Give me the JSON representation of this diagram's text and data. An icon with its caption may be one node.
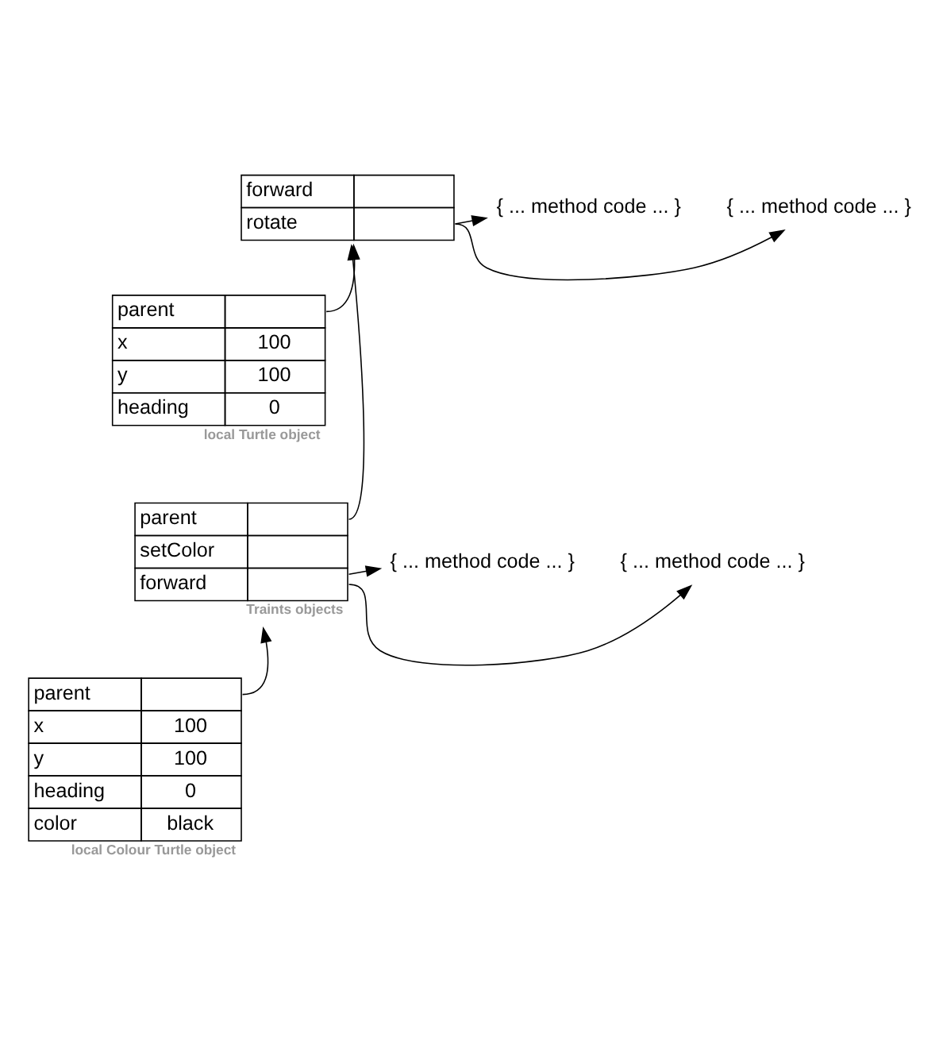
{
  "diagram": {
    "nodes": [
      {
        "text": [
          "forward",
          "rotate"
        ]
      },
      {
        "text": [
          "{ ... method code ... }"
        ]
      },
      {
        "text": [
          "{ ... method code ... }"
        ]
      },
      {
        "text": [
          "parent",
          "x",
          "100",
          "y",
          "100",
          "heading",
          "0"
        ],
        "beside": [
          "local Turtle object"
        ]
      },
      {
        "text": [
          "parent",
          "setColor",
          "forward"
        ],
        "beside": [
          "Traints objects"
        ]
      },
      {
        "text": [
          "{ ... method code ... }"
        ]
      },
      {
        "text": [
          "{ ... method code ... }"
        ]
      },
      {
        "text": [
          "parent",
          "x",
          "100",
          "y",
          "100",
          "heading",
          "0",
          "color",
          "black"
        ],
        "beside": [
          "local Colour Turtle object"
        ]
      }
    ],
    "edges": [
      {
        "from": 0,
        "to": 1,
        "arrow": "to"
      },
      {
        "from": 0,
        "to": 2,
        "arrow": "to"
      },
      {
        "from": 3,
        "to": 0,
        "arrow": "to"
      },
      {
        "from": 4,
        "to": 5,
        "arrow": "to"
      },
      {
        "from": 4,
        "to": 6,
        "arrow": "to"
      },
      {
        "from": 4,
        "to": 0,
        "arrow": "to"
      },
      {
        "from": 7,
        "to": 4,
        "arrow": "to"
      }
    ]
  }
}
